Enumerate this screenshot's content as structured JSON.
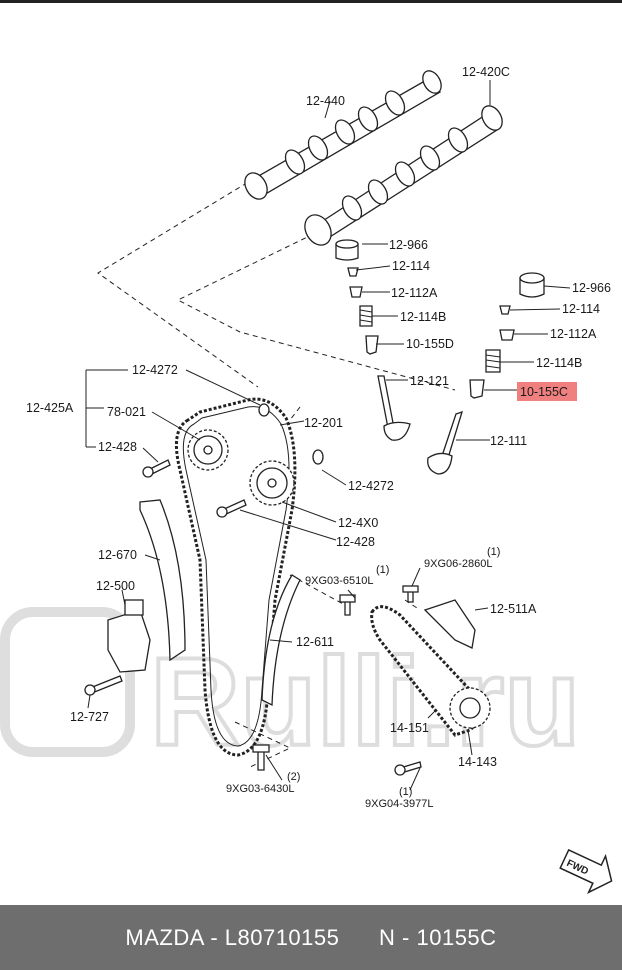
{
  "labels": {
    "cam_exhaust": "12-440",
    "cam_intake": "12-420C",
    "tappet_a": "12-966",
    "shim_a": "12-114",
    "seat_a": "12-112A",
    "spring_a": "12-114B",
    "seal_a": "10-155D",
    "tappet_b": "12-966",
    "shim_b": "12-114",
    "seat_b": "12-112A",
    "spring_b": "12-114B",
    "seal_b_highlight": "10-155C",
    "valve_a": "12-121",
    "valve_b": "12-111",
    "washer_top": "12-4272",
    "assembly": "12-425A",
    "sprocket": "78-021",
    "bolt_left": "12-428",
    "chain_main": "12-201",
    "washer_mid": "12-4272",
    "actuator": "12-4X0",
    "bolt_mid": "12-428",
    "guide_left": "12-670",
    "tensioner": "12-500",
    "bolt_tensioner": "12-727",
    "guide_right": "12-611",
    "bolt_guide_top": "9XG03-6510L",
    "bolt_guide_top_qty": "(1)",
    "bolt_guide_bottom": "9XG03-6430L",
    "bolt_guide_bottom_qty": "(2)",
    "bolt_tens2": "9XG06-2860L",
    "bolt_tens2_qty": "(1)",
    "tensioner2": "12-511A",
    "oil_chain": "14-151",
    "oil_sprocket": "14-143",
    "bolt_oil": "9XG04-3977L",
    "bolt_oil_qty": "(1)",
    "fwd": "FWD"
  },
  "watermark": "Rulli.ru",
  "footer": "MAZDA - L80710155      N - 10155C",
  "colors": {
    "highlight": "#f08080",
    "footer_bg": "#6e6e6e"
  }
}
